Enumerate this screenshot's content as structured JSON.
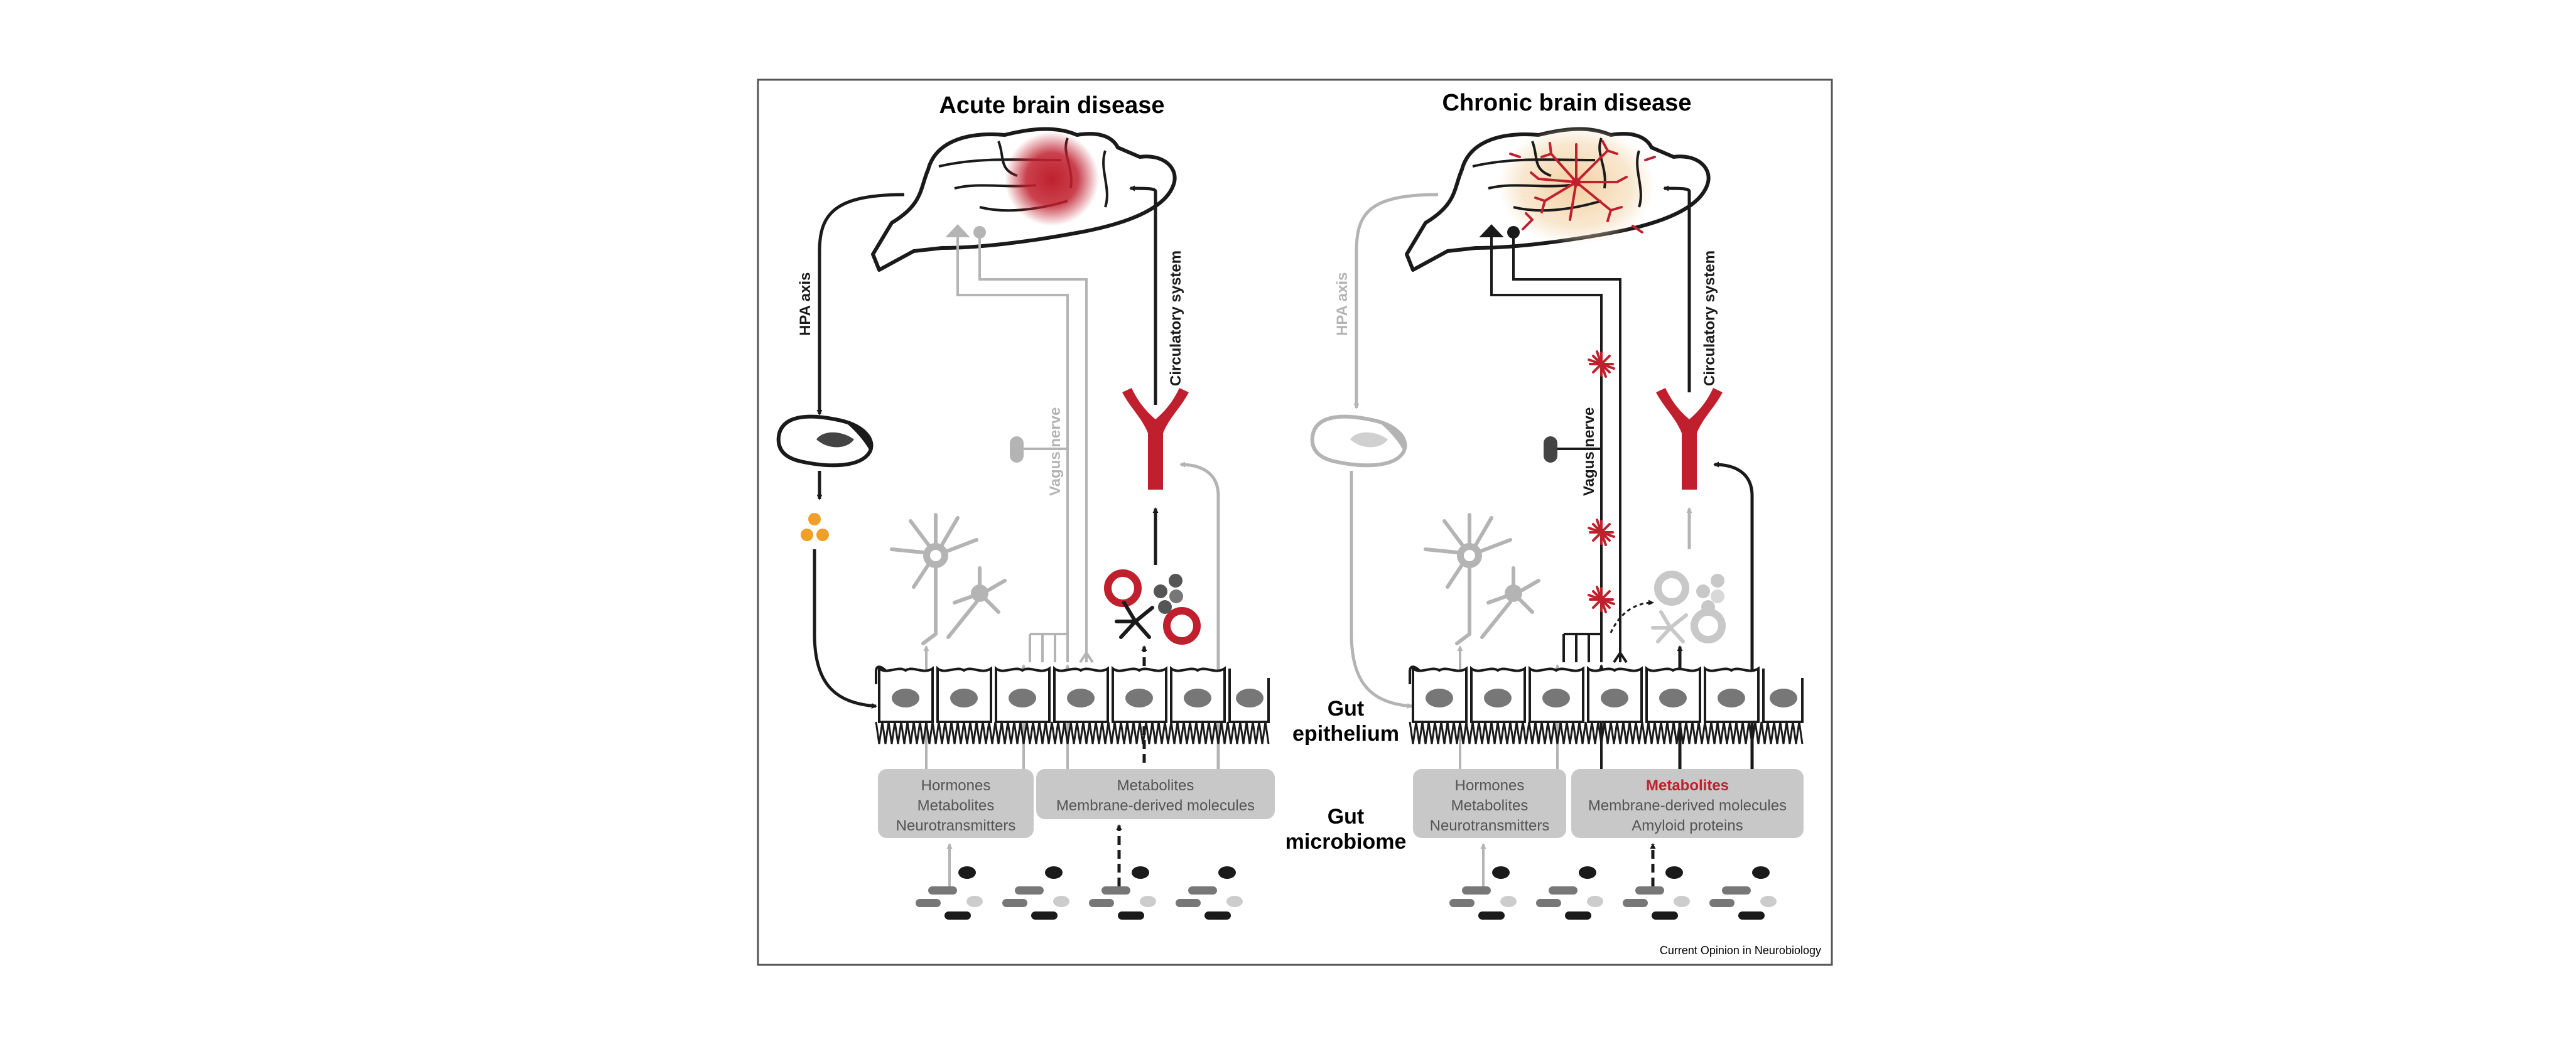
{
  "panels": {
    "acute": {
      "title": "Acute brain disease",
      "hpa_label": "HPA axis",
      "vagus_label": "Vagus nerve",
      "circulatory_label": "Circulatory system",
      "box_left": [
        "Hormones",
        "Metabolites",
        "Neurotransmitters"
      ],
      "box_right": [
        "Metabolites",
        "Membrane-derived molecules"
      ]
    },
    "chronic": {
      "title": "Chronic brain disease",
      "hpa_label": "HPA axis",
      "vagus_label": "Vagus nerve",
      "circulatory_label": "Circulatory system",
      "box_left": [
        "Hormones",
        "Metabolites",
        "Neurotransmitters"
      ],
      "box_right": [
        "Metabolites",
        "Membrane-derived molecules",
        "Amyloid proteins"
      ]
    }
  },
  "labels": {
    "gut_epithelium": [
      "Gut",
      "epithelium"
    ],
    "gut_microbiome": [
      "Gut",
      "microbiome"
    ]
  },
  "credit": "Current Opinion in Neurobiology",
  "colors": {
    "accent_red": "#c0202e",
    "dim_gray": "#b4b4b4",
    "box_gray": "#c8c8c8",
    "cortisol_orange": "#f0a02a",
    "dark": "#1a1a1a"
  }
}
